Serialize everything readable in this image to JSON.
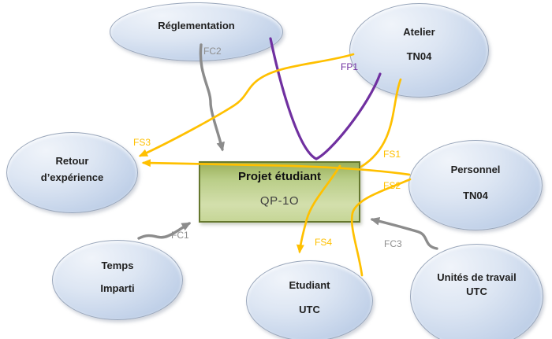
{
  "nodes": {
    "reglementation": {
      "label": "Réglementation"
    },
    "atelier": {
      "line1": "Atelier",
      "line2": "TN04"
    },
    "retour_experience": {
      "line1": "Retour",
      "line2": "d’expérience"
    },
    "personnel": {
      "line1": "Personnel",
      "line2": "TN04"
    },
    "temps": {
      "line1": "Temps",
      "line2": "Imparti"
    },
    "etudiant": {
      "line1": "Etudiant",
      "line2": "UTC"
    },
    "unites_travail": {
      "line1": "Unités de travail",
      "line2": "UTC"
    }
  },
  "center_box": {
    "line1": "Projet étudiant",
    "line2": "QP-1O"
  },
  "edge_labels": {
    "fp1": "FP1",
    "fc1": "FC1",
    "fc2": "FC2",
    "fc3": "FC3",
    "fs1": "FS1",
    "fs2": "FS2",
    "fs3": "FS3",
    "fs4": "FS4"
  },
  "colors": {
    "flow_yellow": "#FFC000",
    "constraint_gray": "#8C8C8C",
    "principal_purple": "#7030A0",
    "node_fill_light": "#E9EFF7",
    "node_fill_dark": "#B3C6E0",
    "node_border": "#9AA7BB",
    "box_fill_light": "#D3DFAC",
    "box_fill_dark": "#9BB05A",
    "box_border": "#66782E"
  }
}
